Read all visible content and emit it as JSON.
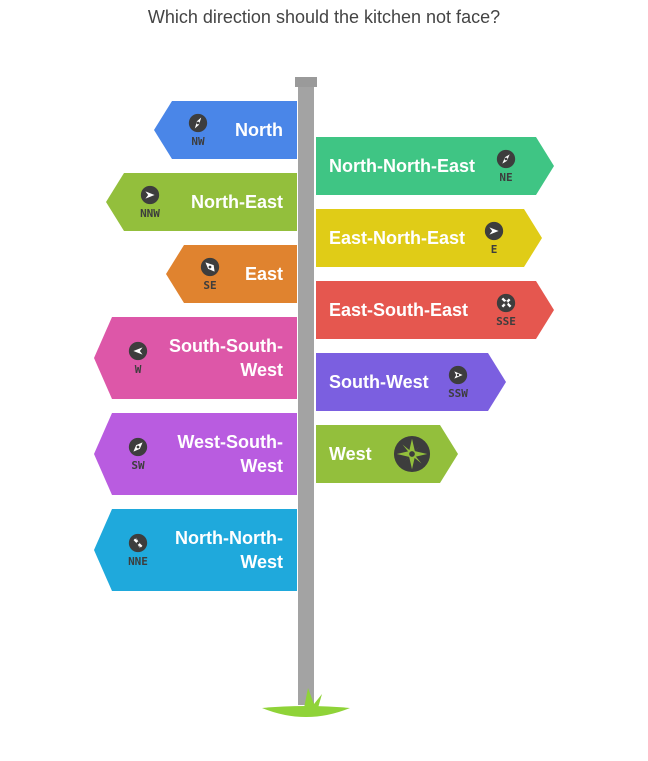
{
  "title": "Which direction should the kitchen not face?",
  "colors": {
    "blue": "#4a86e8",
    "green": "#3fc584",
    "olive": "#93bf3c",
    "yellow": "#e0cc17",
    "orange": "#e0832f",
    "red": "#e5574f",
    "pink": "#dd57a8",
    "purple": "#7b5fe0",
    "violet": "#b95ce0",
    "cyan": "#1fa9dc",
    "post": "#a3a3a3",
    "grass": "#8fd338"
  },
  "signs": [
    {
      "label": "North",
      "abbr": "NW",
      "icon": "compass-icon"
    },
    {
      "label": "North-North-East",
      "abbr": "NE",
      "icon": "compass-icon"
    },
    {
      "label": "North-East",
      "abbr": "NNW",
      "icon": "compass-icon"
    },
    {
      "label": "East-North-East",
      "abbr": "E",
      "icon": "compass-icon"
    },
    {
      "label": "East",
      "abbr": "SE",
      "icon": "compass-icon"
    },
    {
      "label": "East-South-East",
      "abbr": "SSE",
      "icon": "compass-icon"
    },
    {
      "label": "South-South-West",
      "abbr": "W",
      "icon": "compass-icon"
    },
    {
      "label": "South-West",
      "abbr": "SSW",
      "icon": "compass-icon"
    },
    {
      "label": "West-South-West",
      "abbr": "SW",
      "icon": "compass-icon"
    },
    {
      "label": "West",
      "abbr": "",
      "icon": "compass-rose-icon"
    },
    {
      "label": "North-North-West",
      "abbr": "NNE",
      "icon": "compass-icon"
    }
  ]
}
